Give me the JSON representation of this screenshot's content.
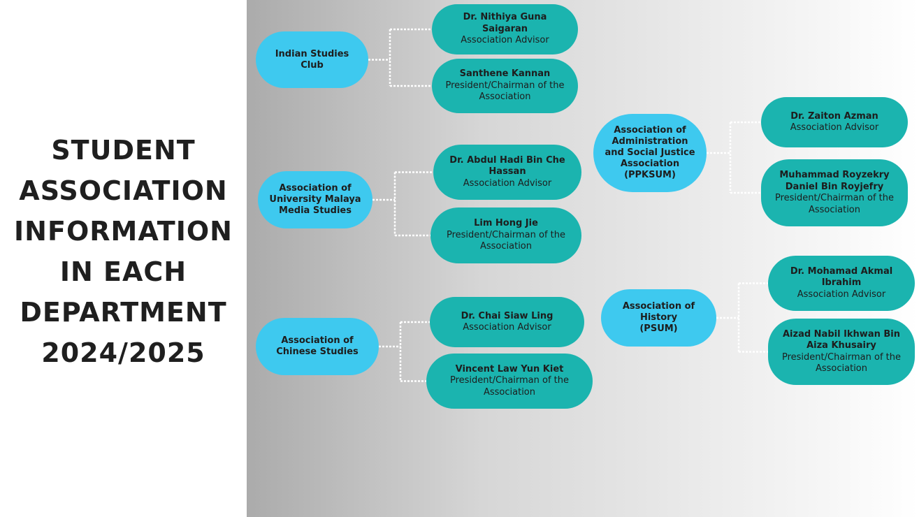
{
  "title": {
    "lines": [
      "STUDENT",
      "ASSOCIATION",
      "INFORMATION",
      "IN EACH",
      "DEPARTMENT",
      "2024/2025"
    ]
  },
  "associations": [
    {
      "lines": [
        "Indian Studies",
        "Club"
      ],
      "members": [
        {
          "name": [
            "Dr. Nithiya Guna",
            "Saigaran"
          ],
          "role": [
            "Association Advisor"
          ]
        },
        {
          "name": [
            "Santhene Kannan"
          ],
          "role": [
            "President/Chairman of the",
            "Association"
          ]
        }
      ]
    },
    {
      "lines": [
        "Association of",
        "University Malaya",
        "Media Studies"
      ],
      "members": [
        {
          "name": [
            "Dr. Abdul Hadi Bin Che",
            "Hassan"
          ],
          "role": [
            "Association Advisor"
          ]
        },
        {
          "name": [
            "Lim Hong Jie"
          ],
          "role": [
            "President/Chairman of the",
            "Association"
          ]
        }
      ]
    },
    {
      "lines": [
        "Association of",
        "Chinese Studies"
      ],
      "members": [
        {
          "name": [
            "Dr. Chai Siaw Ling"
          ],
          "role": [
            "Association Advisor"
          ]
        },
        {
          "name": [
            "Vincent Law Yun Kiet"
          ],
          "role": [
            "President/Chairman of the",
            "Association"
          ]
        }
      ]
    },
    {
      "lines": [
        "Association of",
        "Administration",
        "and Social Justice",
        "Association",
        "(PPKSUM)"
      ],
      "members": [
        {
          "name": [
            "Dr. Zaiton Azman"
          ],
          "role": [
            "Association Advisor"
          ]
        },
        {
          "name": [
            "Muhammad Royzekry",
            "Daniel Bin Royjefry"
          ],
          "role": [
            "President/Chairman of the",
            "Association"
          ]
        }
      ]
    },
    {
      "lines": [
        "Association of",
        "History",
        "(PSUM)"
      ],
      "members": [
        {
          "name": [
            "Dr. Mohamad Akmal",
            "Ibrahim"
          ],
          "role": [
            "Association Advisor"
          ]
        },
        {
          "name": [
            "Aizad Nabil Ikhwan Bin",
            "Aiza Khusairy"
          ],
          "role": [
            "President/Chairman of the",
            "Association"
          ]
        }
      ]
    }
  ]
}
